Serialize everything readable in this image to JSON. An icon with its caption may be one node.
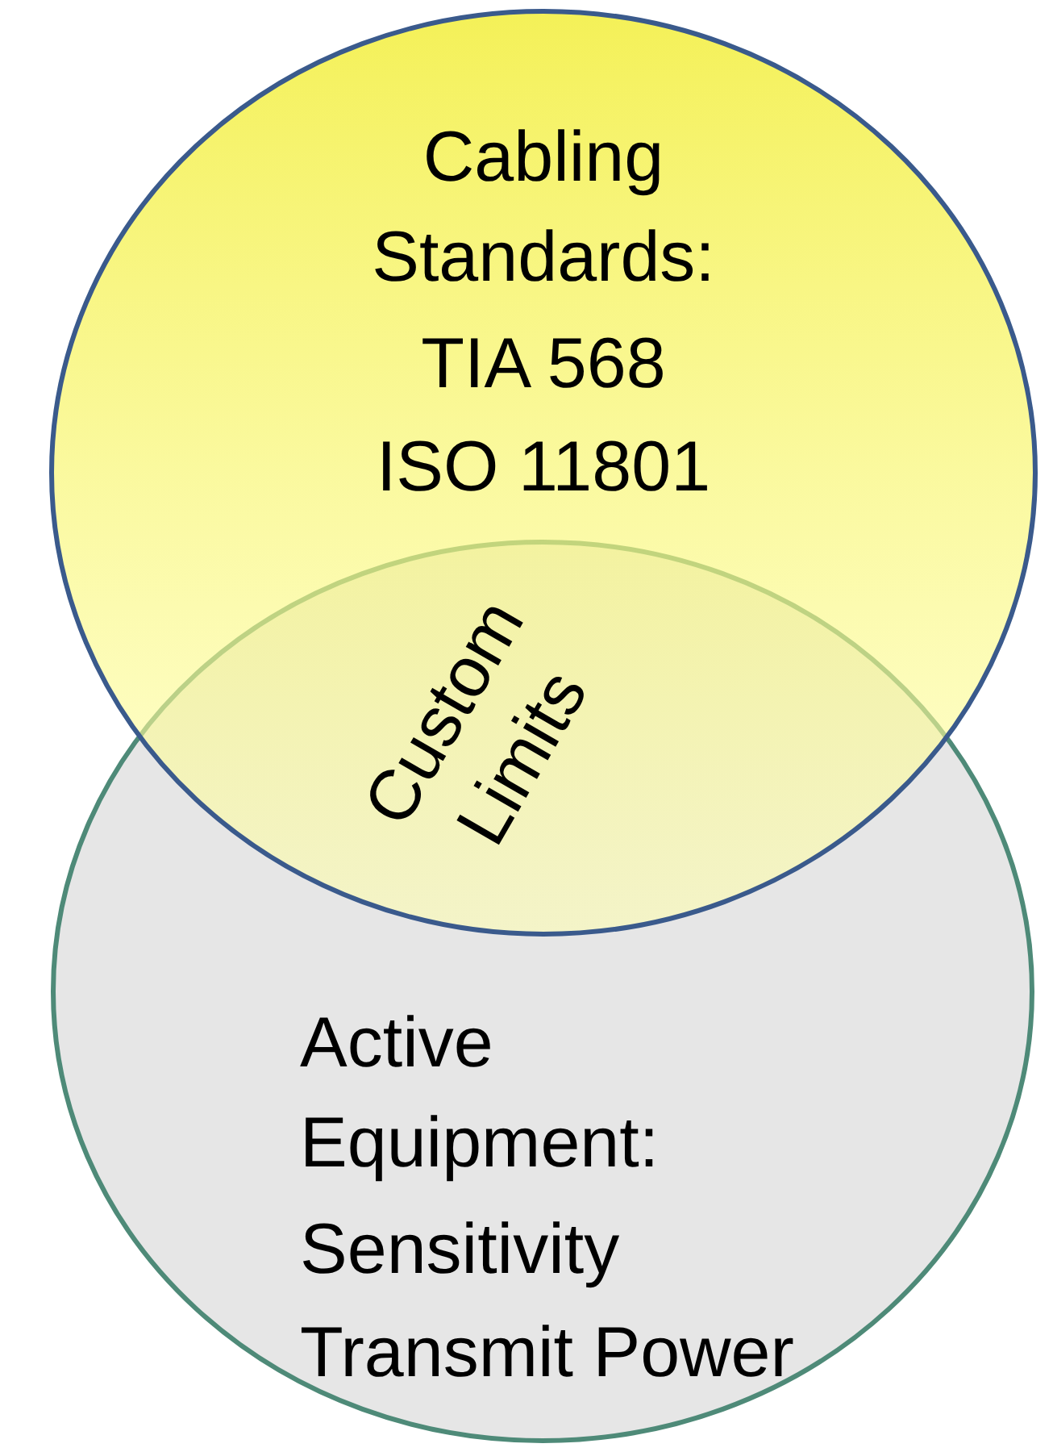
{
  "diagram": {
    "nodes": [
      {
        "text": [
          "Cabling Standards:",
          "TIA 568",
          "ISO 11801"
        ]
      },
      {
        "text": [
          "Active Equipment:",
          "Sensitivity",
          "Transmit Power"
        ]
      }
    ],
    "edges": [],
    "labels": [
      "Custom Limits"
    ]
  }
}
